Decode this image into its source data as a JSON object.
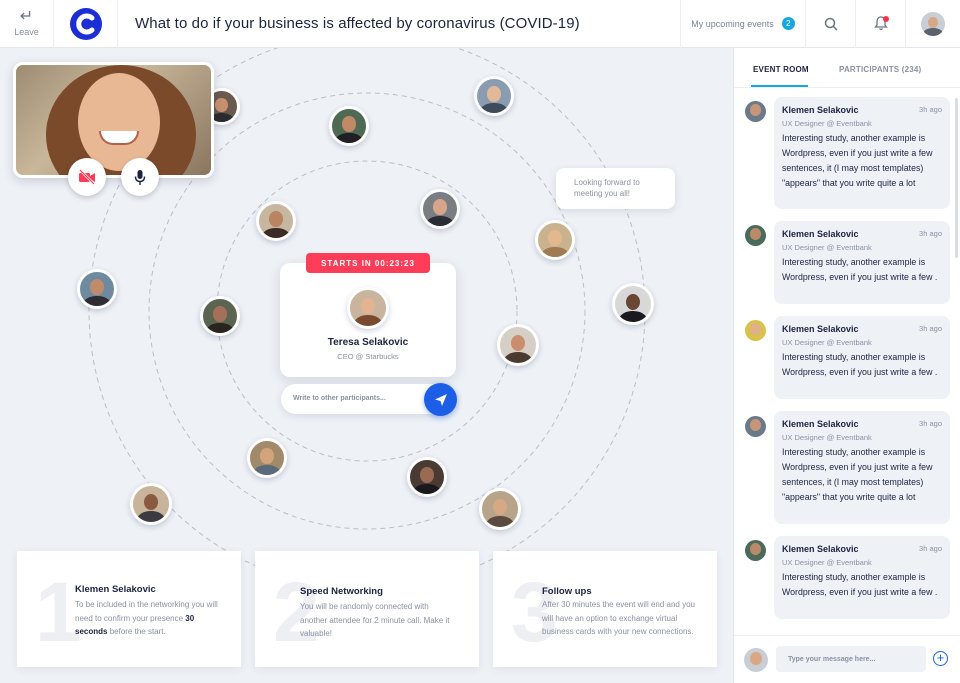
{
  "header": {
    "leave_label": "Leave",
    "title": "What to do if your business is affected by coronavirus (COVID-19)",
    "upcoming_label": "My upcoming events",
    "upcoming_count": "2",
    "logo_color": "#1c2fd6"
  },
  "stage": {
    "bubble_text": "Looking forward to meeting you all!",
    "countdown": "STARTS IN 00:23:23",
    "speaker_name": "Teresa Selakovic",
    "speaker_role": "CEO @ Starbucks",
    "message_placeholder": "Write to other participants..."
  },
  "steps": [
    {
      "number": "1",
      "title": "Klemen Selakovic",
      "text_before": "To be included in the networking you will need to confirm your presence ",
      "text_bold": "30 seconds",
      "text_after": " before the start."
    },
    {
      "number": "2",
      "title": "Speed Networking",
      "text": "You will be randomly connected with another attendee for 2 minute call. Make it valuable!"
    },
    {
      "number": "3",
      "title": "Follow ups",
      "text": "After 30 minutes the event will end and you will have an option to exchange virtual business cards with your new connections."
    }
  ],
  "panel": {
    "tab_event_room": "EVENT ROOM",
    "tab_participants": "PARTICIPANTS (234)",
    "composer_placeholder": "Type your message here...",
    "messages": [
      {
        "name": "Klemen Selakovic",
        "time": "3h ago",
        "role": "UX Designer @ Eventbank",
        "text": "Interesting study, another example is Wordpress, even if you just write a few sentences, it (I may most templates) \"appears\" that you write quite a lot"
      },
      {
        "name": "Klemen Selakovic",
        "time": "3h ago",
        "role": "UX Designer @ Eventbank",
        "text": "Interesting study, another example is Wordpress, even if you just write a few ."
      },
      {
        "name": "Klemen Selakovic",
        "time": "3h ago",
        "role": "UX Designer @ Eventbank",
        "text": "Interesting study, another example is Wordpress, even if you just write a few ."
      },
      {
        "name": "Klemen Selakovic",
        "time": "3h ago",
        "role": "UX Designer @ Eventbank",
        "text": "Interesting study, another example is Wordpress, even if you just write a few sentences, it (I may most templates) \"appears\" that you write quite a lot"
      },
      {
        "name": "Klemen Selakovic",
        "time": "3h ago",
        "role": "UX Designer @ Eventbank",
        "text": "Interesting study, another example is Wordpress, even if you just write a few ."
      }
    ]
  },
  "colors": {
    "accent": "#1c5fe6",
    "countdown": "#ff3d58",
    "tab_active": "#17a6e0"
  }
}
